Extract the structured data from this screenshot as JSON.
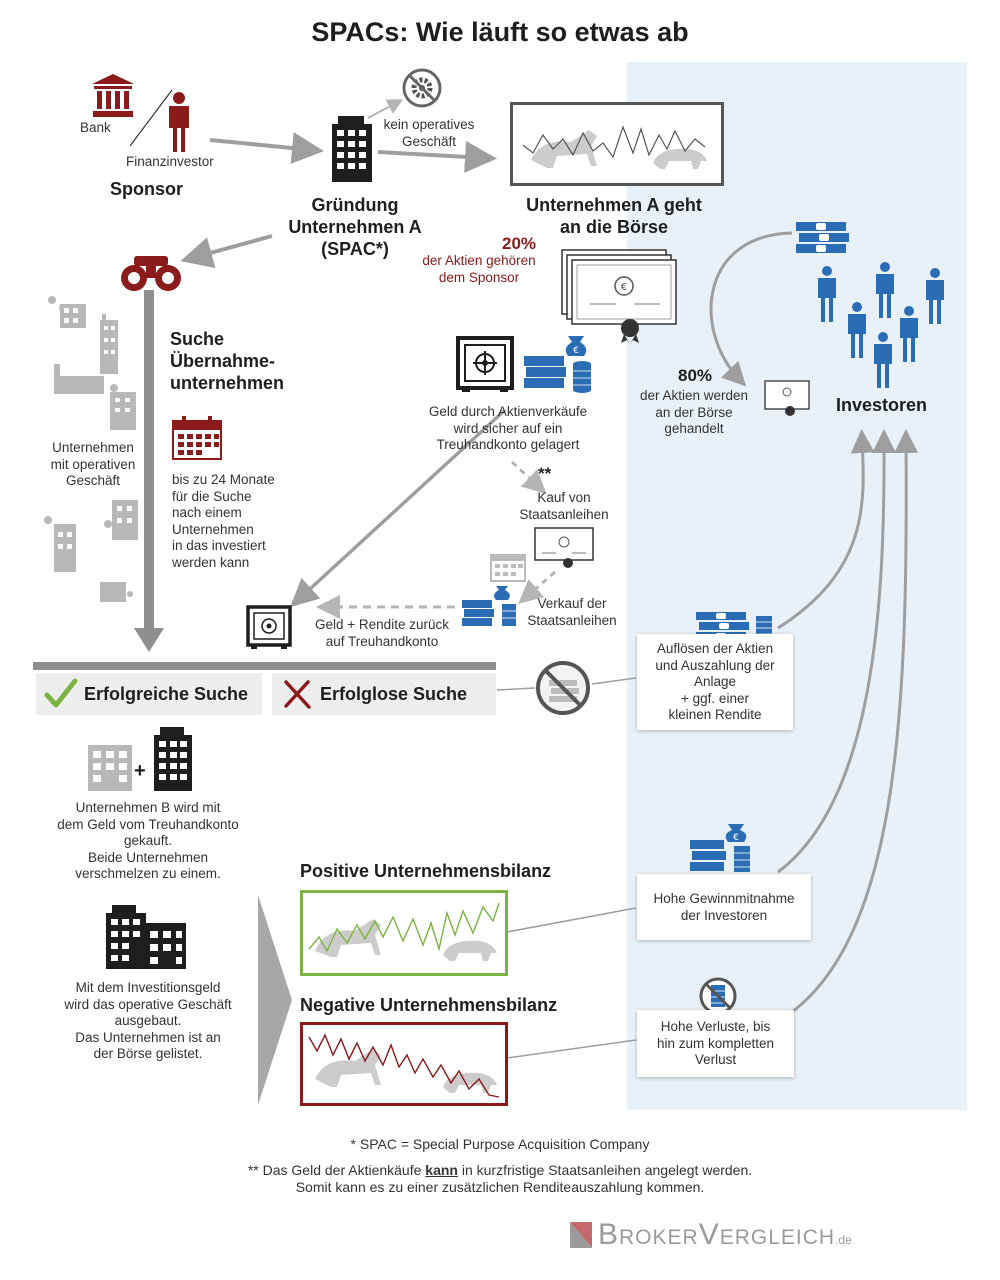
{
  "title": "SPACs: Wie läuft so etwas ab",
  "sponsor": {
    "bank": "Bank",
    "finanzinvestor": "Finanzinvestor",
    "label": "Sponsor"
  },
  "gruendung": {
    "label": "Gründung\nUnternehmen A\n(SPAC*)",
    "kein_geschaeft": "kein operatives\nGeschäft"
  },
  "boerse": {
    "label": "Unternehmen A geht\nan die Börse",
    "percent_sponsor": "20%",
    "sponsor_text": "der Aktien gehören\ndem Sponsor"
  },
  "suche": {
    "label": "Suche\nÜbernahme-\nunternehmen",
    "unternehmen": "Unternehmen\nmit operativen\nGeschäft",
    "zeitraum": "bis zu 24 Monate\nfür die Suche\nnach einem\nUnternehmen\nin das investiert\nwerden kann"
  },
  "treuhand": {
    "geld": "Geld durch Aktienverkäufe\nwird sicher auf ein\nTreuhandkonto gelagert",
    "star": "**",
    "kauf": "Kauf von\nStaatsanleihen",
    "verkauf": "Verkauf der\nStaatsanleihen",
    "rueck": "Geld + Rendite zurück\nauf Treuhandkonto"
  },
  "investoren": {
    "percent": "80%",
    "text": "der Aktien werden\nan der Börse\ngehandelt",
    "label": "Investoren"
  },
  "erfolg": {
    "label": "Erfolgreiche Suche"
  },
  "misserfolg": {
    "label": "Erfolglose Suche",
    "aufloesen": "Auflösen der Aktien\nund Auszahlung der\nAnlage\n+ ggf. einer\nkleinen Rendite"
  },
  "merge": {
    "plus": "+",
    "text": "Unternehmen B wird mit\ndem Geld vom Treuhandkonto\ngekauft.\nBeide Unternehmen\nverschmelzen zu einem.",
    "text2": "Mit dem Investitionsgeld\nwird das operative Geschäft\nausgebaut.\nDas Unternehmen ist an\nder Börse gelistet."
  },
  "bilanz": {
    "positiv": "Positive Unternehmensbilanz",
    "negativ": "Negative Unternehmensbilanz",
    "gewinn": "Hohe Gewinnmitnahme\nder Investoren",
    "verlust": "Hohe Verluste, bis\nhin zum kompletten\nVerlust"
  },
  "footer": {
    "spac": "* SPAC = Special Purpose Acquisition Company",
    "note_pre": "** Das Geld der Aktienkäufe ",
    "note_kann": "kann",
    "note_post": " in kurzfristige Staatsanleihen angelegt werden.",
    "note2": "Somit kann es zu einer zusätzlichen Renditeauszahlung kommen."
  },
  "brand": {
    "main": "BrokerVergleich",
    "suffix": ".de"
  },
  "colors": {
    "red": "#8b1a1a",
    "blue": "#2a6db5",
    "panel": "#e8f1f8",
    "gray": "#9e9e9e",
    "dark": "#1e1e1e",
    "green": "#7cb342"
  },
  "icons": [
    "bank-icon",
    "person-icon",
    "building-icon",
    "gear-crossed-icon",
    "chart-bull-bear-icon",
    "certificate-icon",
    "binoculars-icon",
    "calendar-icon",
    "safe-icon",
    "money-stack-icon",
    "checkmark-icon",
    "cross-icon",
    "factory-icon"
  ]
}
